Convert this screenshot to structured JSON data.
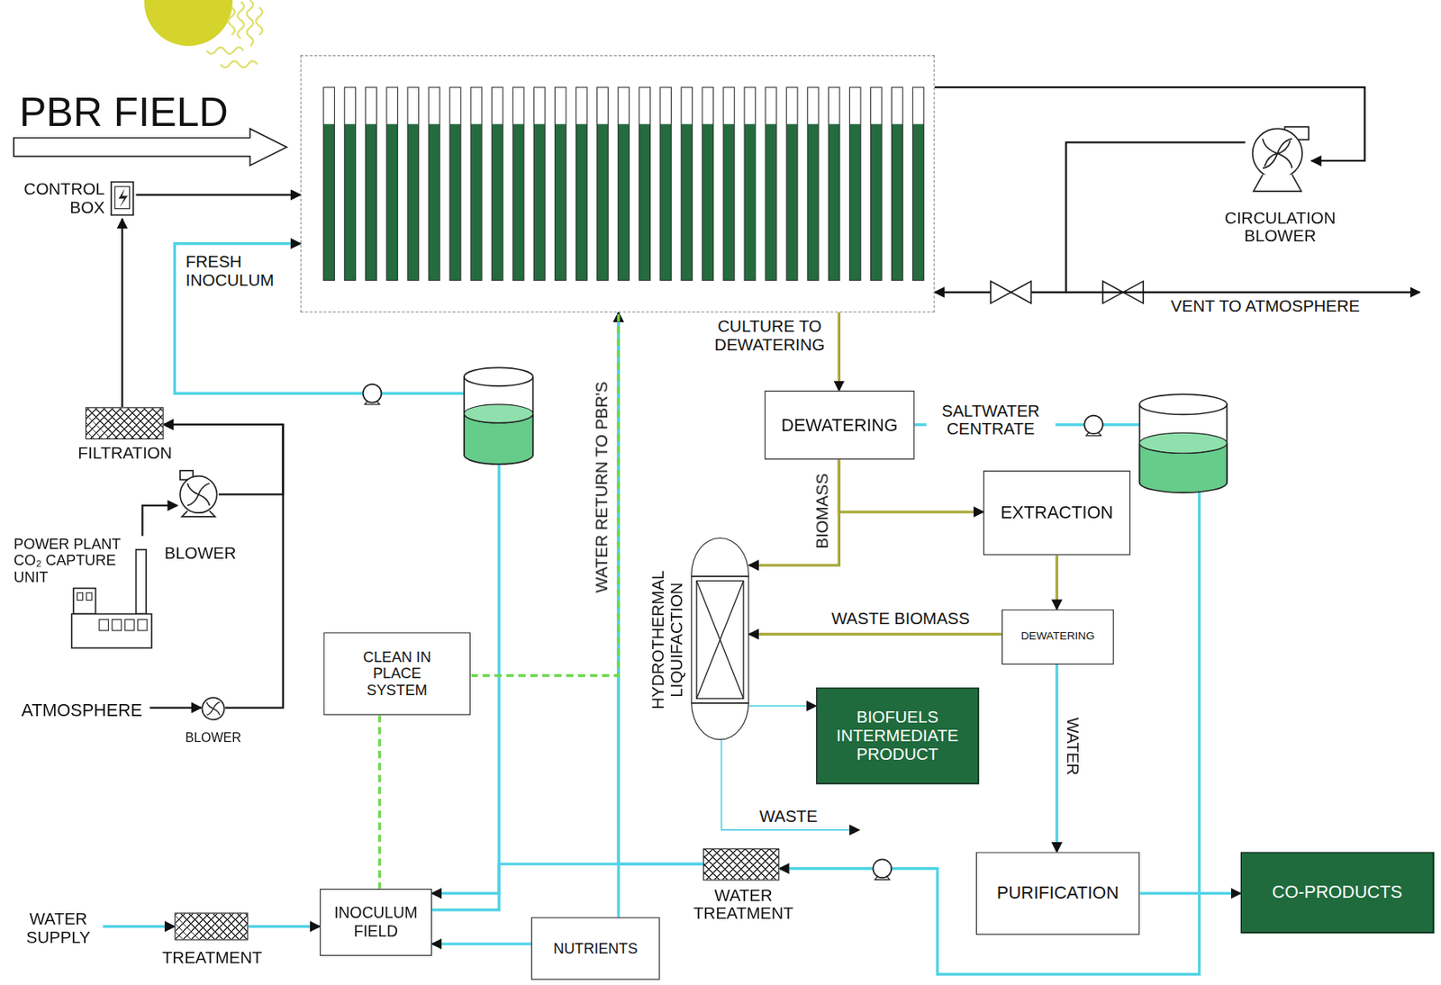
{
  "diagram": {
    "nodes": [
      {
        "text": [
          "PBR FIELD"
        ]
      },
      {
        "text": [
          "CONTROL BOX"
        ]
      },
      {
        "text": [
          "FILTRATION"
        ]
      },
      {
        "text": [
          "POWER PLANT CO₂ CAPTURE UNIT"
        ]
      },
      {
        "text": [
          "BLOWER"
        ]
      },
      {
        "text": [
          "ATMOSPHERE"
        ]
      },
      {
        "text": [
          "BLOWER"
        ]
      },
      {
        "text": [
          "CIRCULATION BLOWER"
        ]
      },
      {
        "text": [
          "DEWATERING"
        ]
      },
      {
        "text": [
          "EXTRACTION"
        ]
      },
      {
        "text": [
          "HYDROTHERMAL LIQUIFACTION"
        ]
      },
      {
        "text": [
          "DEWATERING"
        ]
      },
      {
        "text": [
          "BIOFUELS INTERMEDIATE PRODUCT"
        ]
      },
      {
        "text": [
          "CLEAN IN PLACE SYSTEM"
        ]
      },
      {
        "text": [
          "PURIFICATION"
        ]
      },
      {
        "text": [
          "CO-PRODUCTS"
        ]
      },
      {
        "text": [
          "WATER SUPPLY"
        ]
      },
      {
        "text": [
          "TREATMENT"
        ]
      },
      {
        "text": [
          "INOCULUM FIELD"
        ]
      },
      {
        "text": [
          "NUTRIENTS"
        ]
      },
      {
        "text": [
          "WATER TREATMENT"
        ]
      }
    ],
    "edges": [
      {
        "from": 0,
        "to": 7,
        "arrow": "to"
      },
      {
        "from": 7,
        "to": 0,
        "arrow": "to"
      },
      {
        "from": 1,
        "to": 0,
        "arrow": "to"
      },
      {
        "from": 2,
        "to": 1,
        "arrow": "to"
      },
      {
        "from": 3,
        "to": 4,
        "arrow": "to"
      },
      {
        "from": 4,
        "to": 2,
        "arrow": "to"
      },
      {
        "from": 5,
        "to": 6,
        "arrow": "to"
      },
      {
        "from": 6,
        "to": 2,
        "arrow": "to"
      },
      {
        "from": 18,
        "to": 0,
        "label": "FRESH INOCULUM",
        "arrow": "to"
      },
      {
        "from": 20,
        "to": 0,
        "label": "WATER RETURN TO PBR'S",
        "arrow": "to"
      },
      {
        "from": 20,
        "to": 18,
        "arrow": "to"
      },
      {
        "from": 19,
        "to": 18,
        "arrow": "to"
      },
      {
        "from": 19,
        "to": 0,
        "arrow": "to"
      },
      {
        "from": 16,
        "to": 17,
        "arrow": "to"
      },
      {
        "from": 17,
        "to": 18,
        "arrow": "to"
      },
      {
        "from": 13,
        "to": 18,
        "arrow": "none"
      },
      {
        "from": 13,
        "to": 0,
        "arrow": "none"
      },
      {
        "from": 0,
        "to": 8,
        "label": "CULTURE TO DEWATERING",
        "arrow": "to"
      },
      {
        "from": 8,
        "to": 20,
        "label": "SALTWATER CENTRATE",
        "arrow": "to"
      },
      {
        "from": 8,
        "to": 10,
        "label": "BIOMASS",
        "arrow": "to"
      },
      {
        "from": 8,
        "to": 9,
        "arrow": "to"
      },
      {
        "from": 9,
        "to": 11,
        "arrow": "to"
      },
      {
        "from": 11,
        "to": 10,
        "label": "WASTE BIOMASS",
        "arrow": "to"
      },
      {
        "from": 11,
        "to": 14,
        "label": "WATER",
        "arrow": "to"
      },
      {
        "from": 10,
        "to": 12,
        "arrow": "to"
      },
      {
        "from": 14,
        "to": 15,
        "arrow": "to"
      }
    ],
    "labels": [
      "VENT TO ATMOSPHERE",
      "WASTE"
    ]
  }
}
